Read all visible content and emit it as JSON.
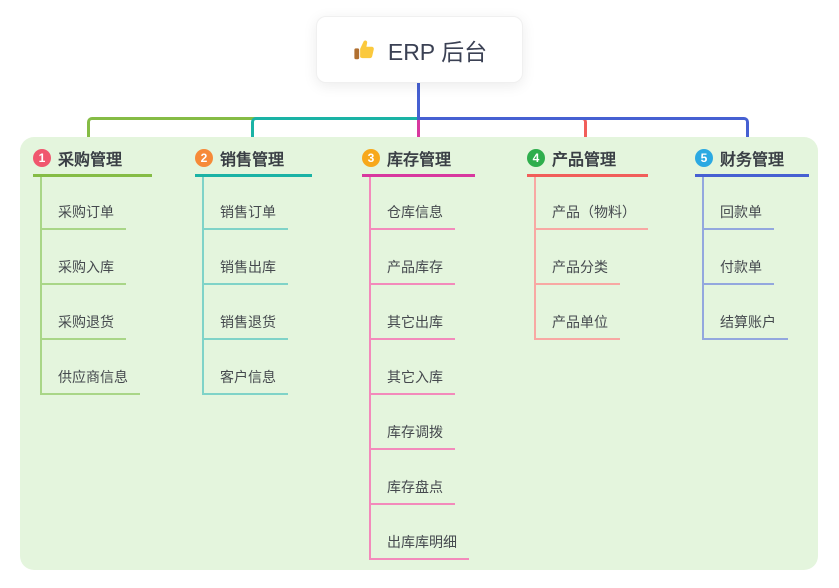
{
  "root": {
    "label": "ERP 后台",
    "icon": "thumbs-up-icon"
  },
  "colors": {
    "panel_background": "#e4f5dd",
    "trunk_blue": "#4660d2",
    "root_text": "#3b4154",
    "heading_text": "#3a3f45",
    "child_text": "#45494e"
  },
  "branches": [
    {
      "badge": "1",
      "label": "采购管理",
      "badge_color": "#f0566e",
      "line_color": "#85bc45",
      "child_line_color": "#a9d687",
      "children": [
        "采购订单",
        "采购入库",
        "采购退货",
        "供应商信息"
      ]
    },
    {
      "badge": "2",
      "label": "销售管理",
      "badge_color": "#f68a38",
      "line_color": "#1ab3a5",
      "child_line_color": "#7fd3c8",
      "children": [
        "销售订单",
        "销售出库",
        "销售退货",
        "客户信息"
      ]
    },
    {
      "badge": "3",
      "label": "库存管理",
      "badge_color": "#f7a81b",
      "line_color": "#d8389f",
      "child_line_color": "#f38abb",
      "children": [
        "仓库信息",
        "产品库存",
        "其它出库",
        "其它入库",
        "库存调拨",
        "库存盘点",
        "出库库明细"
      ]
    },
    {
      "badge": "4",
      "label": "产品管理",
      "badge_color": "#2fae4d",
      "line_color": "#f15e5a",
      "child_line_color": "#f8a8a3",
      "children": [
        "产品（物料）",
        "产品分类",
        "产品单位"
      ]
    },
    {
      "badge": "5",
      "label": "财务管理",
      "badge_color": "#2ba9e2",
      "line_color": "#4660d2",
      "child_line_color": "#93a7de",
      "children": [
        "回款单",
        "付款单",
        "结算账户"
      ]
    }
  ]
}
